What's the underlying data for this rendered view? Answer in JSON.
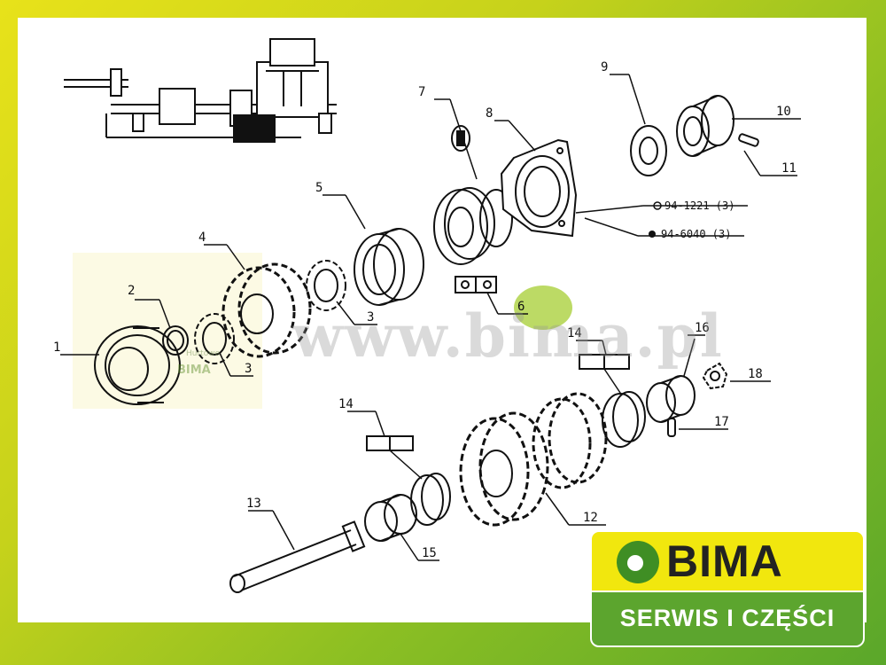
{
  "watermark": {
    "site": "www.bima.pl",
    "badge_name": "BIMA",
    "badge_sub": "Hurtowe"
  },
  "callouts": {
    "n1": "1",
    "n2": "2",
    "n3a": "3",
    "n3b": "3",
    "n4": "4",
    "n5": "5",
    "n6": "6",
    "n7": "7",
    "n8": "8",
    "n9": "9",
    "n10": "10",
    "n11": "11",
    "n12": "12",
    "n13": "13",
    "n14a": "14",
    "n14b": "14",
    "n15": "15",
    "n16": "16",
    "n17": "17",
    "n18": "18"
  },
  "fasteners": {
    "bolt_ref": "94-1221 (3)",
    "nut_ref": "94-6040 (3)"
  },
  "logo": {
    "name": "BIMA",
    "tagline": "SERWIS I CZĘŚCI"
  },
  "colors": {
    "frame_yellow": "#e8e21a",
    "frame_green": "#5aa72a",
    "logo_yellow": "#f1e70e",
    "logo_green": "#5ca52e"
  }
}
